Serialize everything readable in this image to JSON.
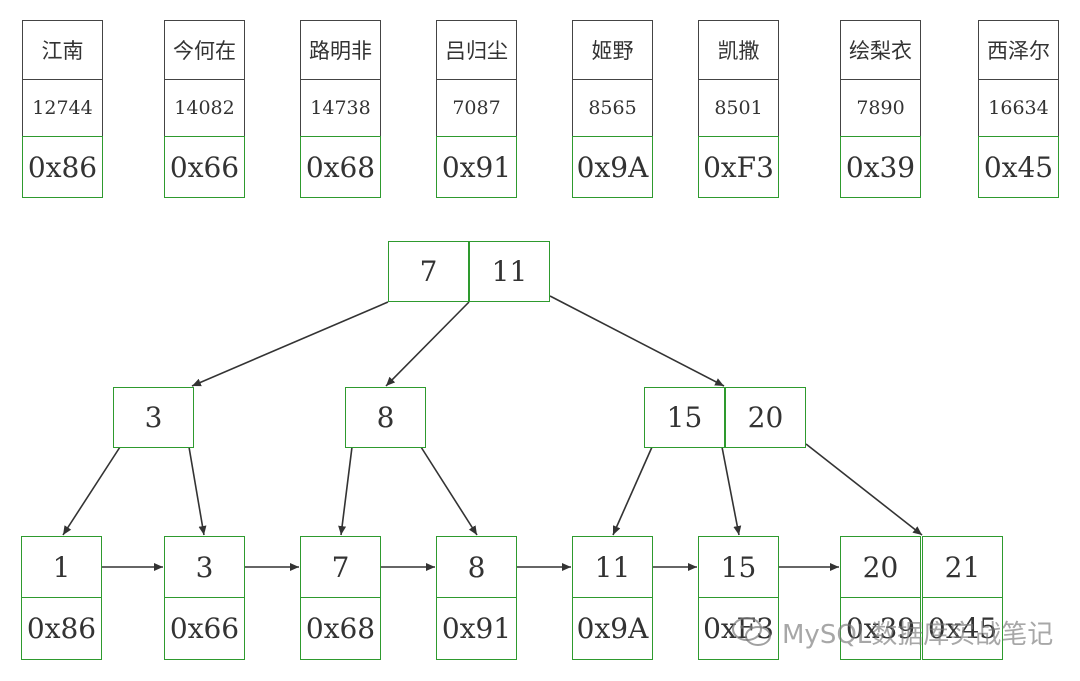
{
  "table": {
    "names": [
      "江南",
      "今何在",
      "路明非",
      "吕归尘",
      "姬野",
      "凯撒",
      "绘梨衣",
      "西泽尔"
    ],
    "salaries": [
      "12744",
      "14082",
      "14738",
      "7087",
      "8565",
      "8501",
      "7890",
      "16634"
    ],
    "addresses": [
      "0x86",
      "0x66",
      "0x68",
      "0x91",
      "0x9A",
      "0xF3",
      "0x39",
      "0x45"
    ]
  },
  "tree": {
    "root": [
      "7",
      "11"
    ],
    "internal": [
      [
        "3"
      ],
      [
        "8"
      ],
      [
        "15",
        "20"
      ]
    ],
    "leaves": [
      {
        "keys": [
          "1"
        ],
        "addrs": [
          "0x86"
        ]
      },
      {
        "keys": [
          "3"
        ],
        "addrs": [
          "0x66"
        ]
      },
      {
        "keys": [
          "7"
        ],
        "addrs": [
          "0x68"
        ]
      },
      {
        "keys": [
          "8"
        ],
        "addrs": [
          "0x91"
        ]
      },
      {
        "keys": [
          "11"
        ],
        "addrs": [
          "0x9A"
        ]
      },
      {
        "keys": [
          "15"
        ],
        "addrs": [
          "0xF3"
        ]
      },
      {
        "keys": [
          "20",
          "21"
        ],
        "addrs": [
          "0x39",
          "0x45"
        ]
      }
    ]
  },
  "colors": {
    "node_border": "#2e9a2e",
    "table_border": "#444444",
    "arrow": "#333333"
  },
  "watermark": {
    "text": "MySQL数据库实战笔记",
    "icon": "wechat-icon"
  }
}
